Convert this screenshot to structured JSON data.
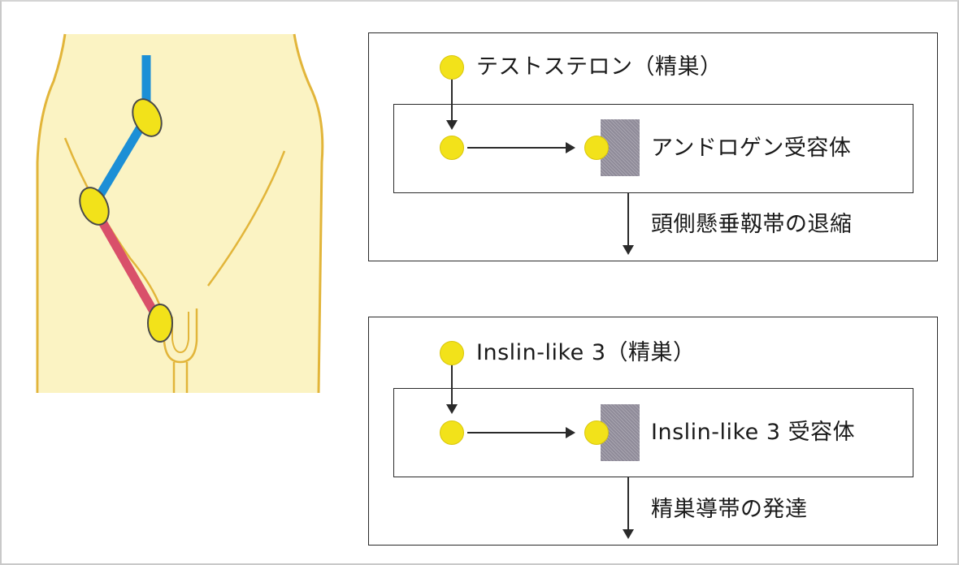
{
  "colors": {
    "skin": "#fbf3c3",
    "outline": "#e2b53a",
    "upper_duct": "#1c8fd6",
    "lower_duct": "#d9506a",
    "testis": "#f2e21a",
    "receptor": "#8f8b99"
  },
  "panel_androgen": {
    "hormone_label": "テストステロン（精巣）",
    "receptor_label": "アンドロゲン受容体",
    "result_label": "頭側懸垂靱帯の退縮"
  },
  "panel_insl3": {
    "hormone_label": "Inslin-like 3（精巣）",
    "receptor_label": "Inslin-like 3 受容体",
    "result_label": "精巣導帯の発達"
  }
}
